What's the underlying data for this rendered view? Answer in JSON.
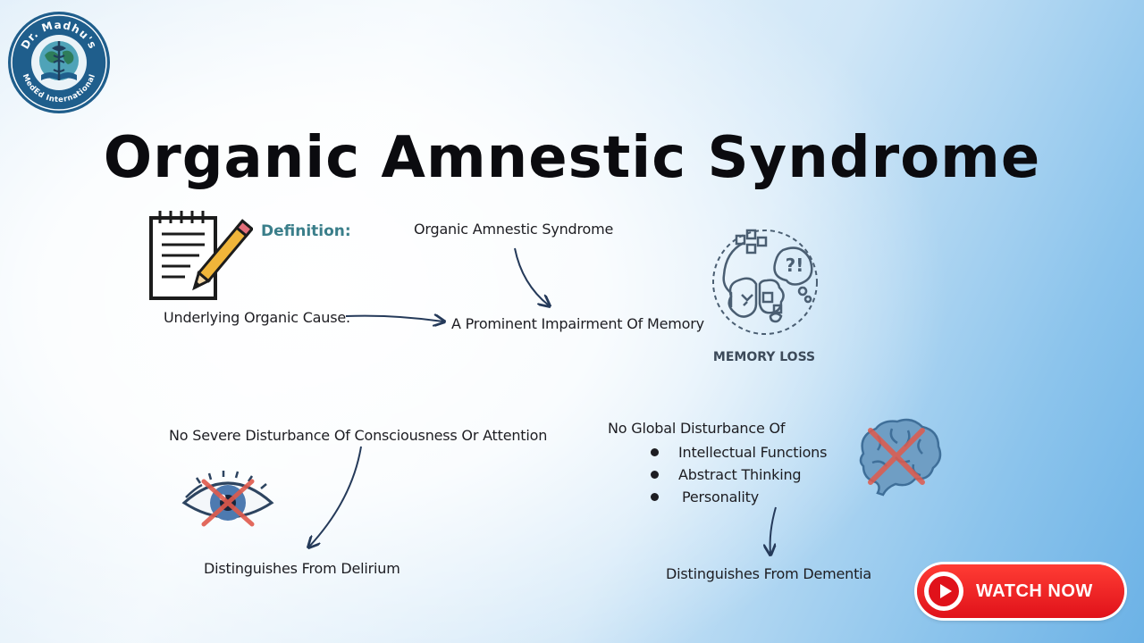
{
  "logo": {
    "top_text": "Dr. Madhu's",
    "bottom_text": "MedEd International"
  },
  "title": "Organic Amnestic Syndrome",
  "definition": {
    "label": "Definition:",
    "syndrome": "Organic Amnestic Syndrome",
    "cause": "Underlying Organic Cause.",
    "impairment": "A Prominent Impairment Of Memory"
  },
  "memory_icon": {
    "icon": "brain-memory-loss-icon",
    "label": "MEMORY LOSS"
  },
  "delirium": {
    "criterion": "No Severe Disturbance Of Consciousness Or Attention",
    "icon": "crossed-eye-icon",
    "conclusion": "Distinguishes From Delirium"
  },
  "dementia": {
    "criterion": "No Global Disturbance Of",
    "items": [
      "Intellectual Functions",
      "Abstract Thinking",
      "Personality"
    ],
    "icon": "crossed-brain-icon",
    "conclusion": "Distinguishes From Dementia"
  },
  "cta": {
    "label": "WATCH NOW",
    "icon": "play-icon"
  },
  "colors": {
    "title": "#0b0b0f",
    "definition_label": "#3a7e8a",
    "arrow": "#253a5a",
    "cta_red": "#e0121a",
    "cross_red": "#e05a4c"
  }
}
